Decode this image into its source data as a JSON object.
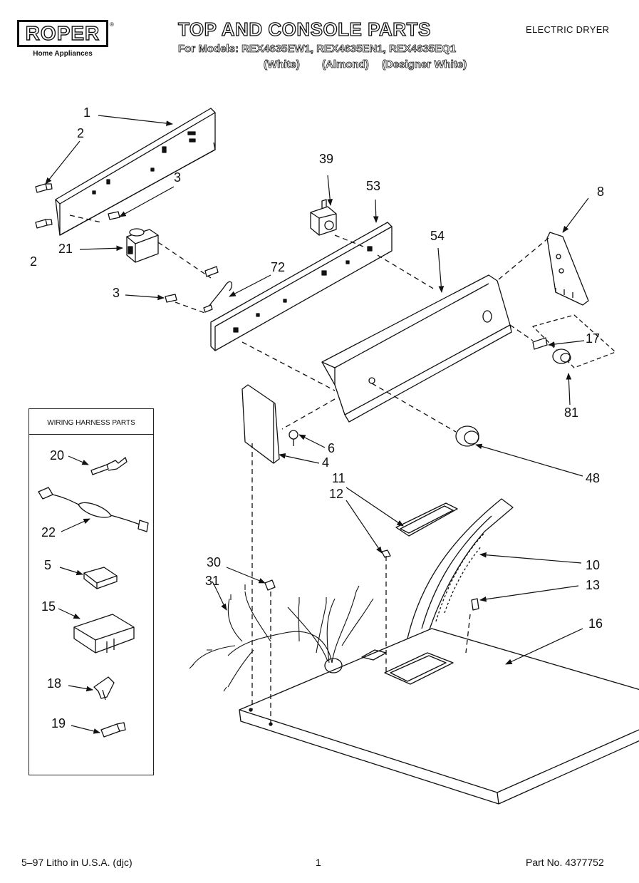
{
  "header": {
    "brand": "ROPER",
    "brand_sub": "Home Appliances",
    "trademark": "®",
    "title": "TOP AND CONSOLE PARTS",
    "models": "For Models: REX4635EW1, REX4635EN1, REX4635EQ1",
    "variants": [
      "(White)",
      "(Almond)",
      "(Designer White)"
    ],
    "product": "ELECTRIC DRYER"
  },
  "legend": {
    "title": "WIRING HARNESS PARTS"
  },
  "callouts": {
    "c1": "1",
    "c2a": "2",
    "c2b": "2",
    "c3a": "3",
    "c3b": "3",
    "c4": "4",
    "c5": "5",
    "c6": "6",
    "c8": "8",
    "c10": "10",
    "c11": "11",
    "c12": "12",
    "c13": "13",
    "c15": "15",
    "c16": "16",
    "c17": "17",
    "c18": "18",
    "c19": "19",
    "c20": "20",
    "c21": "21",
    "c22": "22",
    "c30": "30",
    "c31": "31",
    "c39": "39",
    "c48": "48",
    "c53": "53",
    "c54": "54",
    "c72": "72",
    "c81": "81"
  },
  "footer": {
    "litho": "5–97 Litho in U.S.A. (djc)",
    "page": "1",
    "part_no": "Part No. 4377752"
  }
}
